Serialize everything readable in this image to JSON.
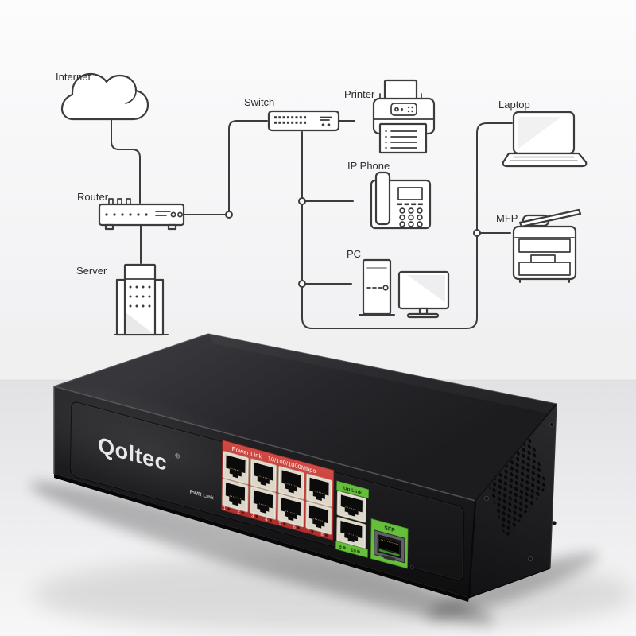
{
  "diagram": {
    "nodes": [
      {
        "id": "internet",
        "label": "Internet"
      },
      {
        "id": "router",
        "label": "Router"
      },
      {
        "id": "server",
        "label": "Server"
      },
      {
        "id": "switch",
        "label": "Switch"
      },
      {
        "id": "printer",
        "label": "Printer"
      },
      {
        "id": "ip-phone",
        "label": "IP Phone"
      },
      {
        "id": "pc",
        "label": "PC"
      },
      {
        "id": "laptop",
        "label": "Laptop"
      },
      {
        "id": "mfp",
        "label": "MFP"
      }
    ],
    "line_color": "#3c3c3c",
    "label_color": "#2d2d2d"
  },
  "product": {
    "brand": "Qoltec",
    "registered_mark": "®",
    "pwr_label": "PWR Link",
    "power_panel": {
      "label_left": "Power Link",
      "label_right": "10/100/1000Mbps",
      "color": "#c84440",
      "ports": [
        "1",
        "2",
        "3",
        "4",
        "5",
        "6",
        "7",
        "8"
      ]
    },
    "uplink_panel": {
      "label": "Up Link",
      "color": "#65bf3a",
      "ports": [
        "9",
        "10"
      ]
    },
    "sfp_panel": {
      "label": "SFP",
      "color": "#65bf3a"
    }
  },
  "colors": {
    "chassis": "#1b1b1e",
    "port_bezel": "#ddd7ca",
    "backdrop_wall": "#f0f0f1",
    "backdrop_floor": "#e7e7e9"
  }
}
